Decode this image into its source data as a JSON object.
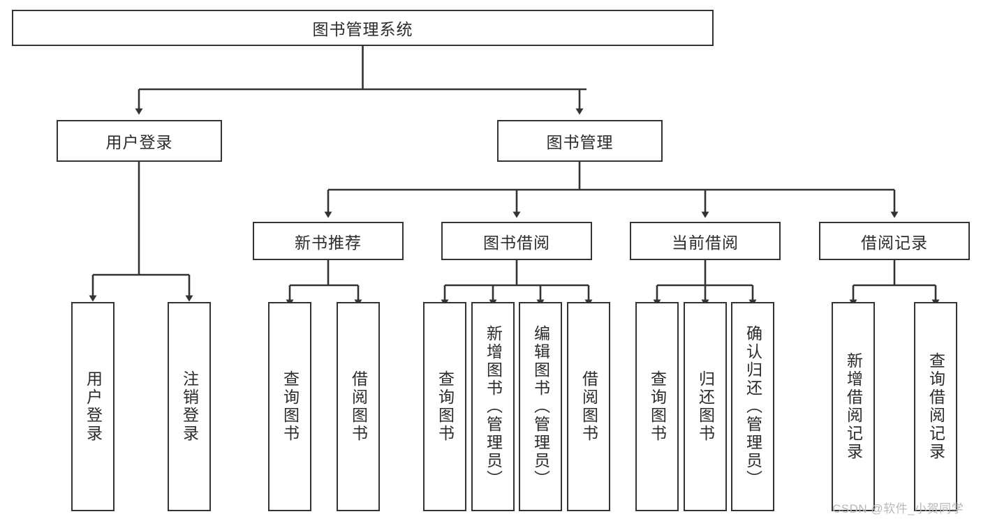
{
  "diagram": {
    "title": "图书管理系统",
    "type": "tree-hierarchy",
    "background_color": "#ffffff",
    "box_border_color": "#333333",
    "text_color": "#2b2b2b",
    "root": {
      "label": "图书管理系统"
    },
    "level2": [
      {
        "label": "用户登录"
      },
      {
        "label": "图书管理"
      }
    ],
    "level3": [
      {
        "label": "新书推荐"
      },
      {
        "label": "图书借阅"
      },
      {
        "label": "当前借阅"
      },
      {
        "label": "借阅记录"
      }
    ],
    "leaves": {
      "user_login": [
        {
          "label": "用户登录"
        },
        {
          "label": "注销登录"
        }
      ],
      "new_book_recommend": [
        {
          "label": "查询图书"
        },
        {
          "label": "借阅图书"
        }
      ],
      "book_borrow": [
        {
          "label": "查询图书"
        },
        {
          "label": "新增图书（管理员）"
        },
        {
          "label": "编辑图书（管理员）"
        },
        {
          "label": "借阅图书"
        }
      ],
      "current_borrow": [
        {
          "label": "查询图书"
        },
        {
          "label": "归还图书"
        },
        {
          "label": "确认归还（管理员）"
        }
      ],
      "borrow_record": [
        {
          "label": "新增借阅记录"
        },
        {
          "label": "查询借阅记录"
        }
      ]
    }
  },
  "watermark": {
    "text": "CSDN @软件_小贺同学",
    "color": "#b9b9b9"
  }
}
